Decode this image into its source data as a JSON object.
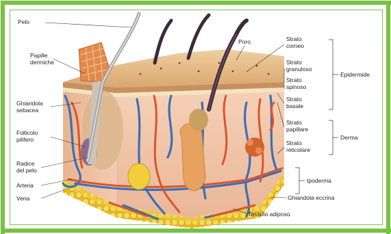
{
  "labels": {
    "pelo": "Pelo",
    "poro": "Poro",
    "papille": [
      "Papille",
      "dermiche"
    ],
    "ghiandola_sebacea": [
      "Ghiandola",
      "sebacea"
    ],
    "follicolo": [
      "Follicolo",
      "pilifero"
    ],
    "radice": [
      "Radice",
      "del pelo"
    ],
    "arteria": "Arteria",
    "vena": "Vena",
    "strato_corneo": [
      "Strato",
      "corneo"
    ],
    "strato_granuloso": [
      "Strato",
      "granuloso"
    ],
    "strato_spinoso": [
      "Strato",
      "spinoso"
    ],
    "strato_basale": [
      "Strato",
      "basale"
    ],
    "strato_papillare": [
      "Strato",
      "papillare"
    ],
    "strato_reticolare": [
      "Strato",
      "reticolare"
    ],
    "epidermide": "Epidermide",
    "derma": "Derma",
    "ipoderma": "Ipoderma",
    "ghiandola_eccrina": "Ghiandola eccrina",
    "tessuto_adiposo": "Tessuto adiposo"
  },
  "colors": {
    "frame_border": "#7ac143",
    "epidermis": "#e6b98a",
    "dermis": "#f2c6a6",
    "hypodermis_fat": "#f5d24a",
    "artery": "#d8552b",
    "vein": "#3a6fb8",
    "hair": "#3b2b3a"
  }
}
